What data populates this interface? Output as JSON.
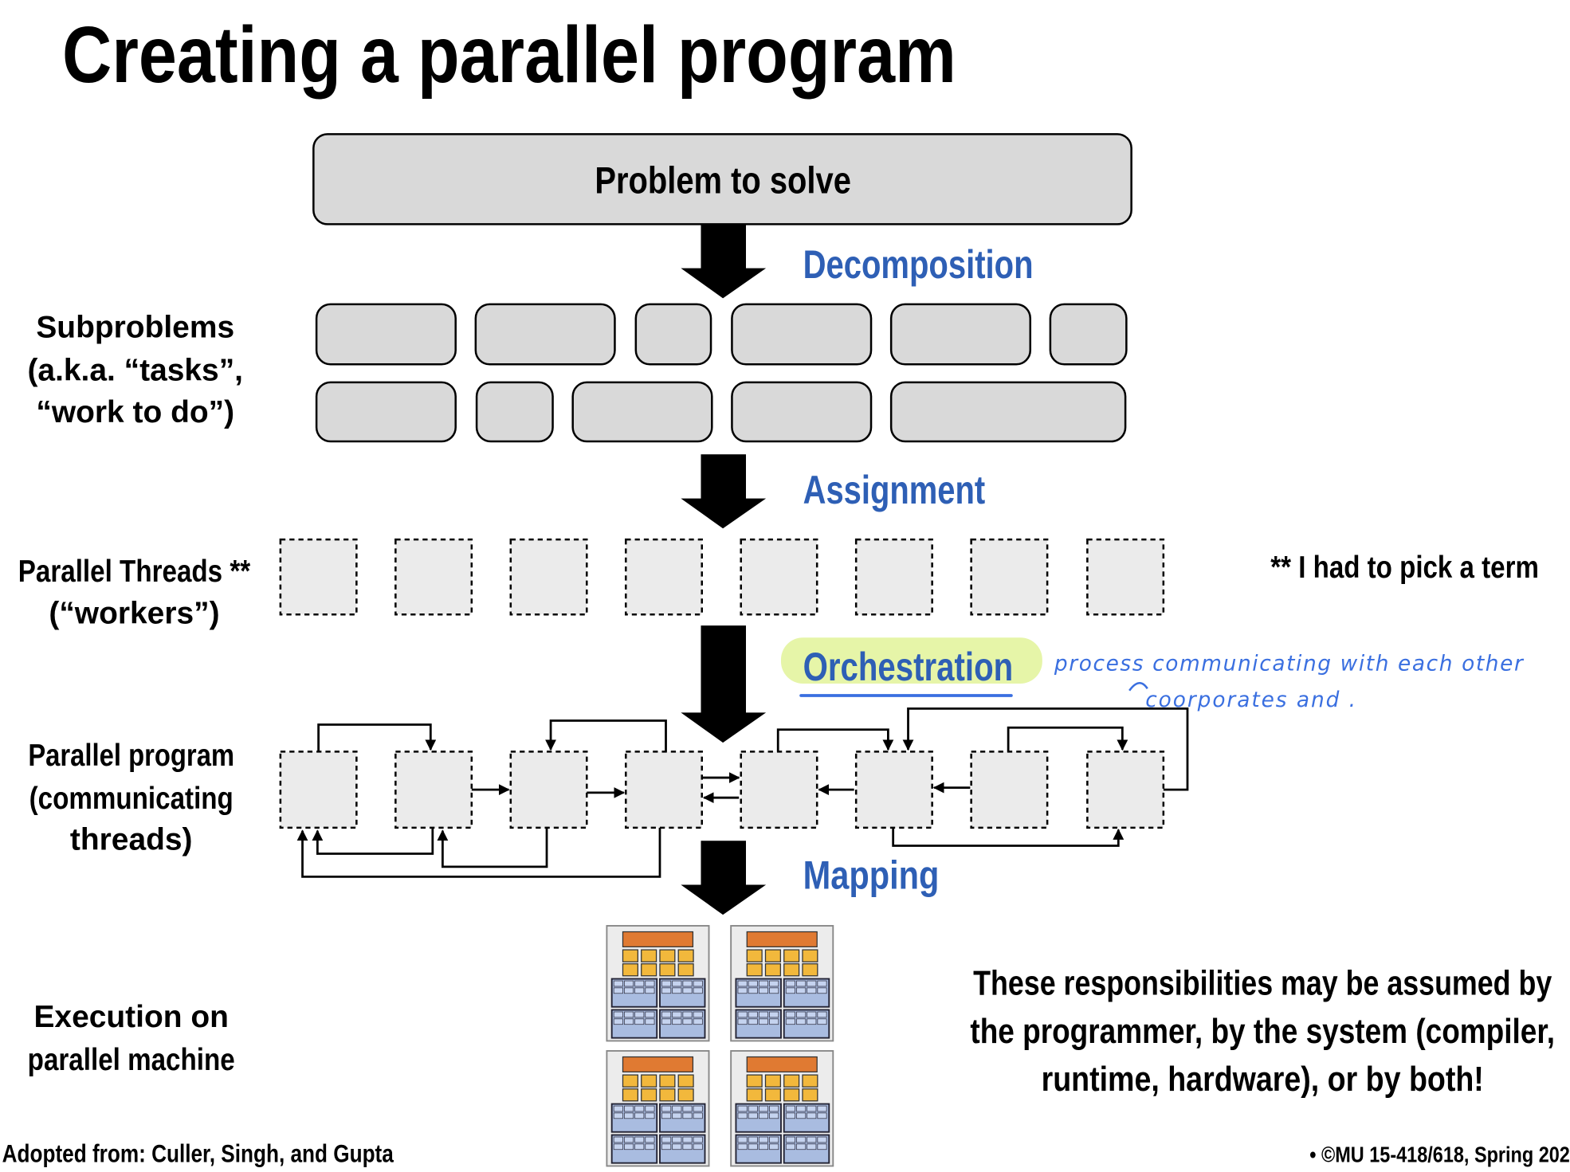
{
  "title": "Creating a parallel program",
  "problem": "Problem to solve",
  "stages": {
    "decomposition": "Decomposition",
    "assignment": "Assignment",
    "orchestration": "Orchestration",
    "mapping": "Mapping"
  },
  "left_labels": {
    "subproblems": [
      "Subproblems",
      "(a.k.a. “tasks”,",
      "“work to do”)"
    ],
    "threads": [
      "Parallel Threads **",
      "(“workers”)"
    ],
    "program": [
      "Parallel program",
      "(communicating",
      "threads)"
    ],
    "execution": [
      "Execution on",
      "parallel machine"
    ]
  },
  "footnote": "** I had to pick a term",
  "annotation": {
    "line1": "process communicating with each other",
    "line2": "coorporates and ."
  },
  "responsibilities": [
    "These responsibilities may be assumed by",
    "the programmer, by the system (compiler,",
    "runtime, hardware), or by both!"
  ],
  "footer": {
    "left": "Adopted from: Culler, Singh, and Gupta",
    "right": "• ©MU 15-418/618, Spring 202"
  },
  "colors": {
    "stage_label": "#2e5fb5",
    "highlight": "#e6f5a8",
    "handwriting": "#3a6fe0",
    "box_fill": "#d9d9d9",
    "thread_fill": "#ebebeb",
    "chip_control": "#e07a32",
    "chip_alu": "#f2b83c",
    "chip_cache": "#a9bce0"
  }
}
